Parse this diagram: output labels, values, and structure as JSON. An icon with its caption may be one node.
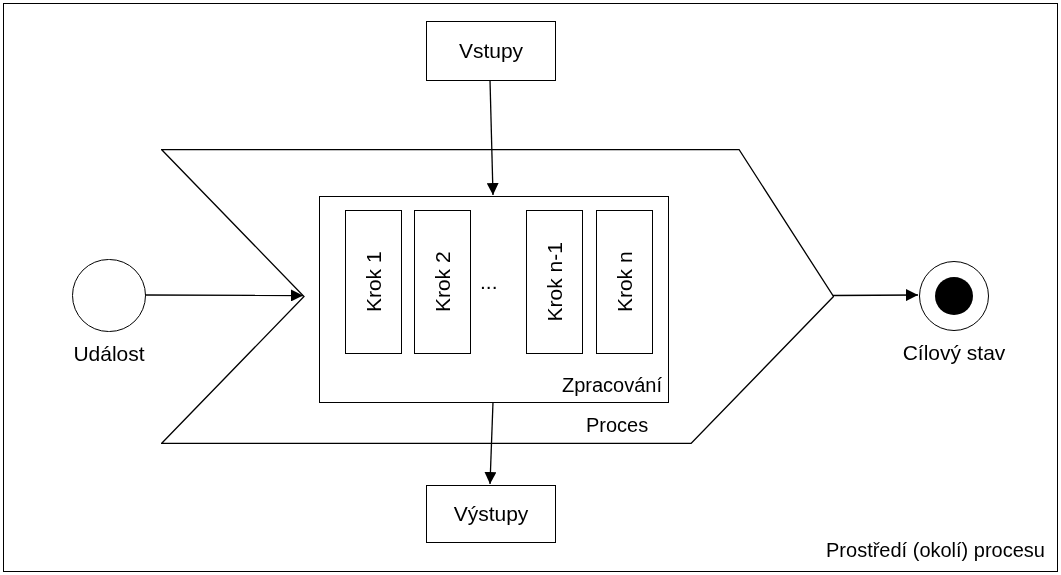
{
  "diagram": {
    "nodes": [
      {
        "text": [
          "Prostředí (okolí) procesu"
        ]
      },
      {
        "text": [
          "Vstupy"
        ],
        "in": 0
      },
      {
        "text": [
          "Proces"
        ],
        "in": 0
      },
      {
        "text": [
          "Zpracování"
        ],
        "in": 2
      },
      {
        "text": [
          "Krok 1"
        ],
        "in": 3
      },
      {
        "text": [
          "Krok 2"
        ],
        "in": 3
      },
      {
        "text": [
          "Krok n-1"
        ],
        "in": 3
      },
      {
        "text": [
          "Krok n"
        ],
        "in": 3
      },
      {
        "text": [
          "Událost"
        ],
        "in": 0
      },
      {
        "text": [
          "Cílový stav"
        ],
        "in": 0
      },
      {
        "text": [
          "Výstupy"
        ],
        "in": 0
      }
    ],
    "edges": [
      {
        "from": 1,
        "to": 3,
        "arrow": "to"
      },
      {
        "from": 3,
        "to": 10,
        "arrow": "to"
      },
      {
        "from": 8,
        "to": 2,
        "arrow": "to"
      },
      {
        "from": 2,
        "to": 9,
        "arrow": "to"
      }
    ],
    "labels": [
      "..."
    ]
  }
}
